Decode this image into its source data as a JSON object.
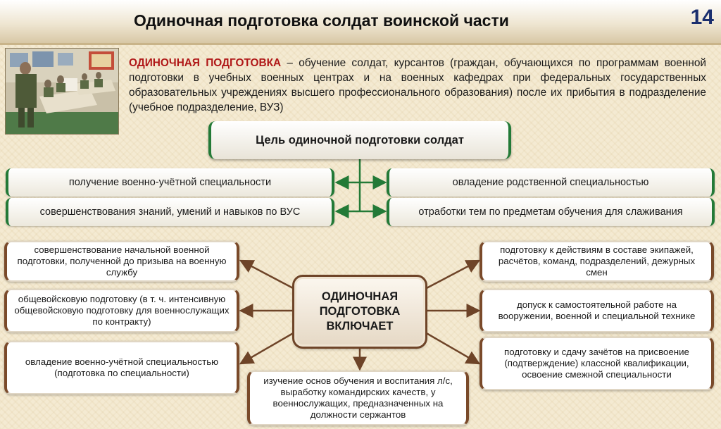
{
  "header": {
    "title": "Одиночная подготовка солдат воинской части",
    "page_number": "14"
  },
  "intro": {
    "term": "ОДИНОЧНАЯ ПОДГОТОВКА",
    "definition": " – обучение солдат, курсантов (граждан, обучающихся по программам военной подготовки в учебных военных центрах и на военных кафедрах при федеральных государственных образовательных учреждениях высшего профессионального образования) после их прибытия в подразделение (учебное подразделение, ВУЗ)"
  },
  "goal": {
    "title": "Цель одиночной подготовки солдат",
    "items": [
      "получение военно-учётной специальности",
      "совершенствования знаний, умений и навыков по ВУС",
      "овладение родственной специальностью",
      "отработки тем по предметам обучения для слаживания"
    ]
  },
  "includes": {
    "center": "ОДИНОЧНАЯ ПОДГОТОВКА ВКЛЮЧАЕТ",
    "left": [
      "совершенствование начальной военной подготовки, полученной до призыва на военную службу",
      "общевойсковую подготовку (в т. ч. интенсивную общевойсковую подготовку для военнослужащих по контракту)",
      "овладение военно-учётной специальностью (подготовка по специальности)"
    ],
    "right": [
      "подготовку к действиям в составе экипажей, расчётов, команд, подразделений, дежурных смен",
      "допуск к самостоятельной работе на вооружении, военной и специальной технике",
      "подготовку и сдачу зачётов на присвоение (подтверждение) классной квалификации, освоение смежной специальности"
    ],
    "bottom": "изучение основ обучения и воспитания л/с, выработку командирских качеств, у военнослужащих, предназначенных на должности сержантов"
  },
  "colors": {
    "green_accent": "#237a37",
    "brown_accent": "#6e4428",
    "term_red": "#b01818",
    "page_number_blue": "#1a2e6e"
  }
}
